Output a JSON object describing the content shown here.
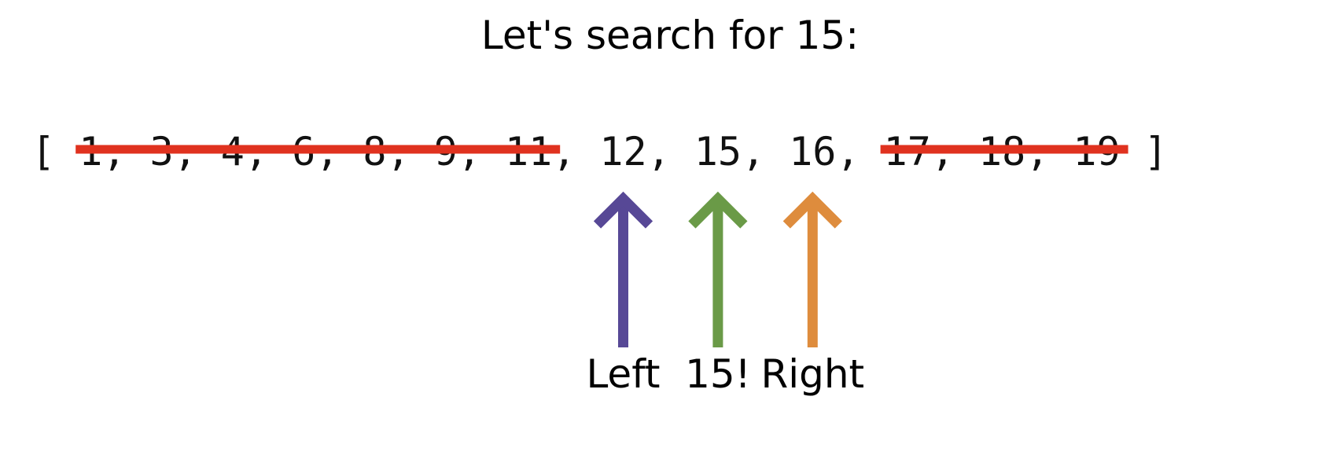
{
  "title": "Let's search for 15:",
  "array": {
    "open_bracket": "[",
    "close_bracket": "]",
    "items": [
      "1",
      "3",
      "4",
      "6",
      "8",
      "9",
      "11",
      "12",
      "15",
      "16",
      "17",
      "18",
      "19"
    ],
    "separator": ","
  },
  "strike": {
    "color": "#e0321f",
    "ranges": [
      {
        "from_item": 0,
        "to_item": 6
      },
      {
        "from_item": 10,
        "to_item": 12
      }
    ]
  },
  "pointers": [
    {
      "id": "left",
      "label": "Left",
      "item_index": 7,
      "color": "#574896"
    },
    {
      "id": "mid",
      "label": "15!",
      "item_index": 8,
      "color": "#6a9a47"
    },
    {
      "id": "right",
      "label": "Right",
      "item_index": 9,
      "color": "#de8c3d"
    }
  ]
}
